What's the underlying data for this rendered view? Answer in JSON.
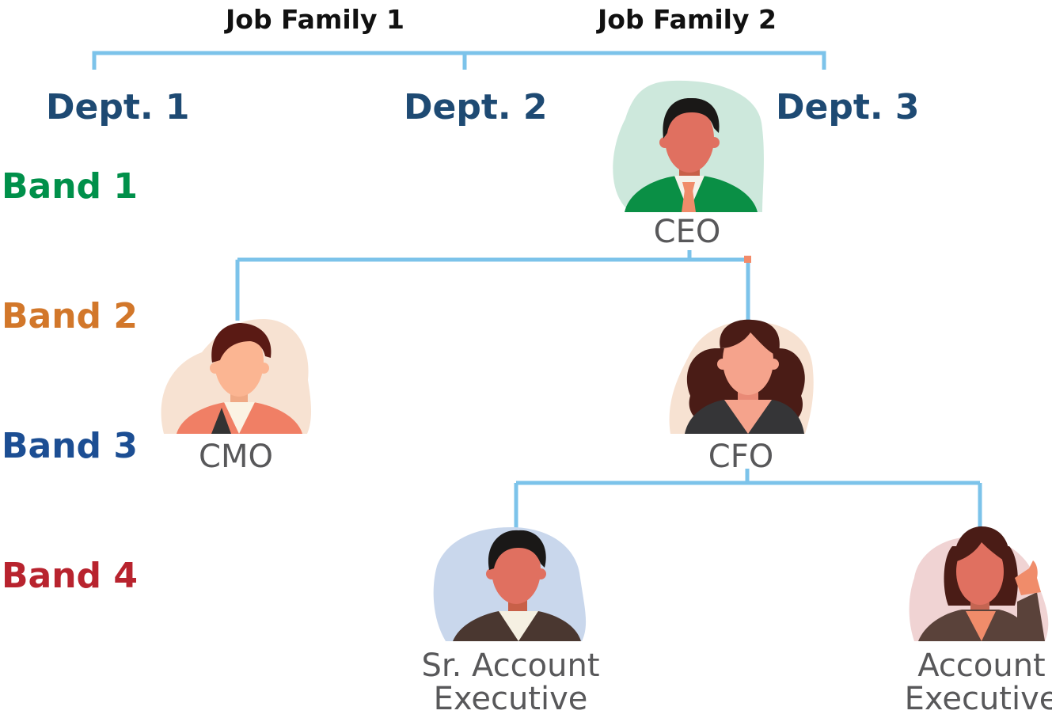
{
  "job_families": [
    {
      "label": "Job Family 1"
    },
    {
      "label": "Job Family 2"
    }
  ],
  "departments": [
    {
      "label": "Dept. 1"
    },
    {
      "label": "Dept. 2"
    },
    {
      "label": "Dept. 3"
    }
  ],
  "bands": [
    {
      "label": "Band 1",
      "color": "#00904a"
    },
    {
      "label": "Band 2",
      "color": "#d2772a"
    },
    {
      "label": "Band 3",
      "color": "#1c4e93"
    },
    {
      "label": "Band 4",
      "color": "#b8232e"
    }
  ],
  "roles": {
    "ceo": "CEO",
    "cmo": "CMO",
    "cfo": "CFO",
    "sr_account_executive_line1": "Sr. Account",
    "sr_account_executive_line2": "Executive",
    "account_executive_line1": "Account",
    "account_executive_line2": "Executive"
  },
  "colors": {
    "connector": "#7cc3ea",
    "dept_text": "#1e4a73",
    "role_text": "#58585a",
    "junction_marker": "#f28b6a"
  }
}
